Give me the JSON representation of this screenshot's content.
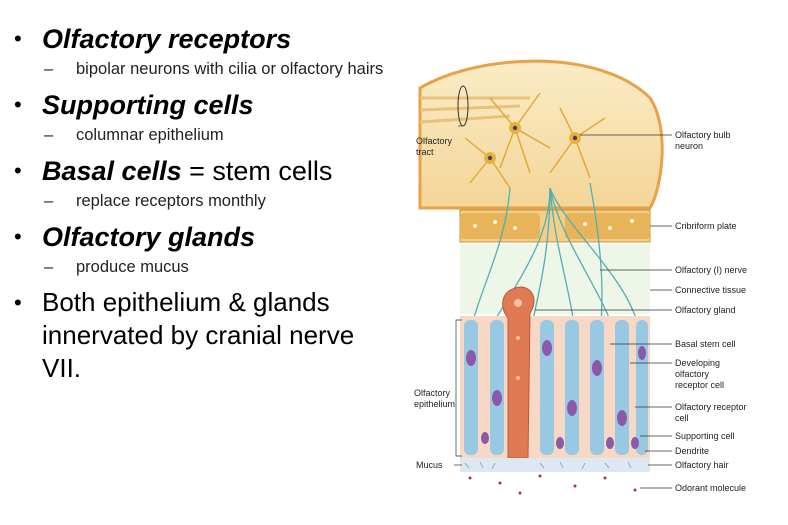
{
  "bullets": [
    {
      "title": "Olfactory receptors",
      "sub": [
        "bipolar neurons with cilia or olfactory hairs"
      ]
    },
    {
      "title": "Supporting cells",
      "sub": [
        "columnar epithelium"
      ]
    },
    {
      "title_bold": "Basal cells",
      "title_rest": " = stem cells",
      "sub": [
        "replace receptors monthly"
      ]
    },
    {
      "title": "Olfactory glands",
      "sub": [
        "produce mucus"
      ]
    },
    {
      "text": "Both epithelium & glands innervated by cranial nerve VII."
    }
  ],
  "figure_labels": {
    "olfactory_tract": "Olfactory tract",
    "olfactory_bulb_neuron": "Olfactory bulb neuron",
    "cribriform_plate": "Cribriform plate",
    "olfactory_nerve": "Olfactory (I) nerve",
    "connective_tissue": "Connective tissue",
    "olfactory_gland": "Olfactory gland",
    "basal_stem_cell": "Basal stem cell",
    "developing_receptor_cell": "Developing olfactory receptor cell",
    "olfactory_epithelium": "Olfactory epithelium",
    "olfactory_receptor_cell": "Olfactory receptor cell",
    "supporting_cell": "Supporting cell",
    "dendrite": "Dendrite",
    "mucus": "Mucus",
    "olfactory_hair": "Olfactory hair",
    "odorant_molecule": "Odorant molecule"
  },
  "colors": {
    "bulb": "#f7dfa8",
    "plate": "#e8b45a",
    "nerve": "#4fb0b5",
    "cell_cytoplasm": "#8fc7e6",
    "nucleus": "#8a5aa8",
    "gland": "#e07a55",
    "supporting_cell": "#f6d8c4"
  }
}
